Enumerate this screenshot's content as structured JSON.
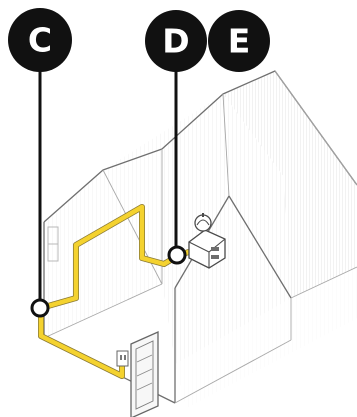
{
  "callouts": [
    {
      "label": "C"
    },
    {
      "label": "D"
    },
    {
      "label": "E"
    }
  ],
  "colors": {
    "callout_fill": "#111111",
    "callout_text": "#ffffff",
    "cable": "#f4d22f",
    "outline": "#6f6f6f",
    "hatch": "#c9c9c9"
  },
  "icons": {
    "house": "house-outline-icon",
    "device": "router-device-icon",
    "door": "front-door-icon",
    "outlet": "wall-outlet-icon"
  }
}
